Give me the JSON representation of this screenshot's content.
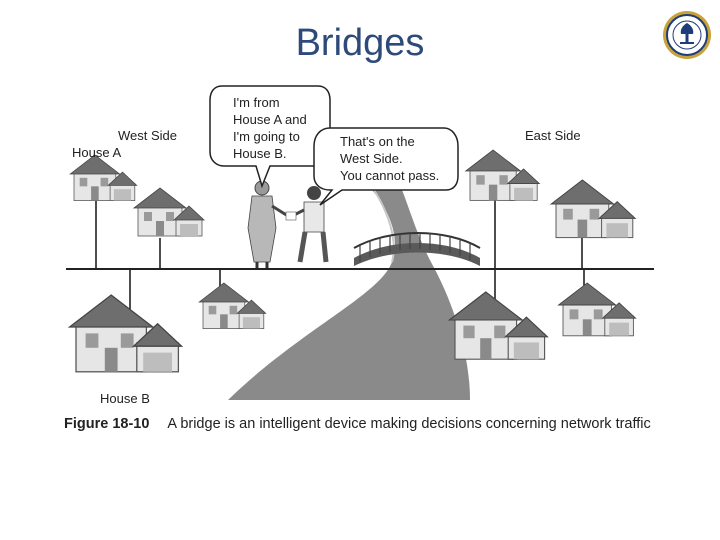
{
  "slide": {
    "title": "Bridges"
  },
  "figure": {
    "labels": {
      "west_side": "West Side",
      "house_a": "House A",
      "east_side": "East Side",
      "house_b": "House B"
    },
    "speech_left": [
      "I'm from",
      "House A and",
      "I'm going to",
      "House B."
    ],
    "speech_right": [
      "That's on the",
      "West Side.",
      "You cannot pass."
    ],
    "caption_number": "Figure 18-10",
    "caption_text": "A bridge is an intelligent device making decisions concerning network traffic"
  },
  "colors": {
    "title": "#2e4a7a",
    "road": "#8a8a8a",
    "roof": "#6e6e6e",
    "wall": "#e6e6e6"
  },
  "icons": [
    "university-seal-icon",
    "house-icon",
    "bridge-icon",
    "person-icon"
  ]
}
